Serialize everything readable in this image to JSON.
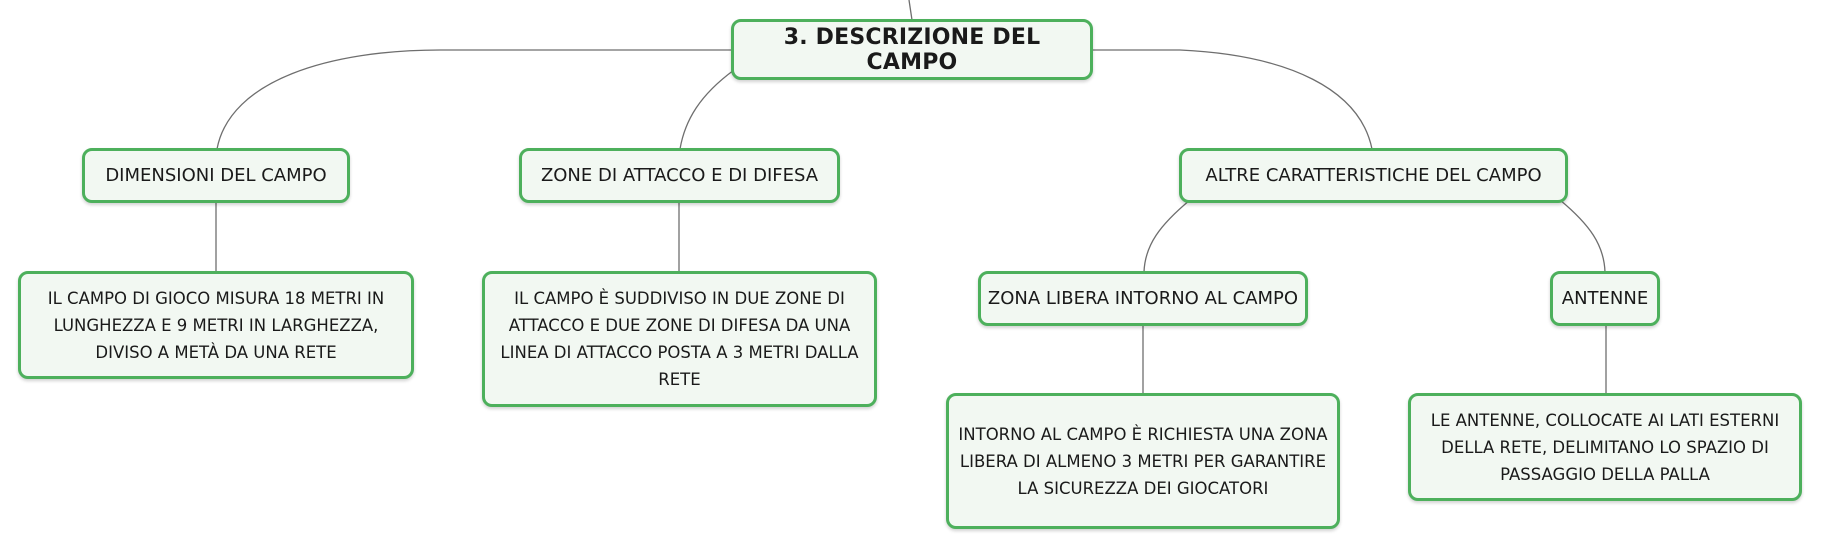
{
  "colors": {
    "node_border": "#4db05c",
    "node_fill": "#f2f8f2",
    "connector": "#6e6e6e",
    "text": "#1a1a1a"
  },
  "root": {
    "label": "3. DESCRIZIONE DEL CAMPO"
  },
  "branches": [
    {
      "label": "DIMENSIONI DEL CAMPO",
      "children": [
        {
          "lines": [
            "IL CAMPO DI GIOCO MISURA 18 METRI IN",
            "LUNGHEZZA E 9 METRI IN LARGHEZZA,",
            "DIVISO A METÀ DA UNA RETE"
          ]
        }
      ]
    },
    {
      "label": "ZONE DI ATTACCO E DI DIFESA",
      "children": [
        {
          "lines": [
            "IL CAMPO È SUDDIVISO IN DUE ZONE DI",
            "ATTACCO E DUE ZONE DI DIFESA DA UNA",
            "LINEA DI ATTACCO POSTA A 3 METRI DALLA",
            "RETE"
          ]
        }
      ]
    },
    {
      "label": "ALTRE CARATTERISTICHE DEL CAMPO",
      "children": [
        {
          "label": "ZONA LIBERA INTORNO AL CAMPO",
          "lines": [
            "INTORNO AL CAMPO È RICHIESTA UNA ZONA",
            "LIBERA DI ALMENO 3 METRI PER GARANTIRE",
            "LA SICUREZZA DEI GIOCATORI"
          ]
        },
        {
          "label": "ANTENNE",
          "lines": [
            "LE ANTENNE, COLLOCATE AI LATI ESTERNI",
            "DELLA RETE, DELIMITANO LO SPAZIO DI",
            "PASSAGGIO DELLA PALLA"
          ]
        }
      ]
    }
  ]
}
